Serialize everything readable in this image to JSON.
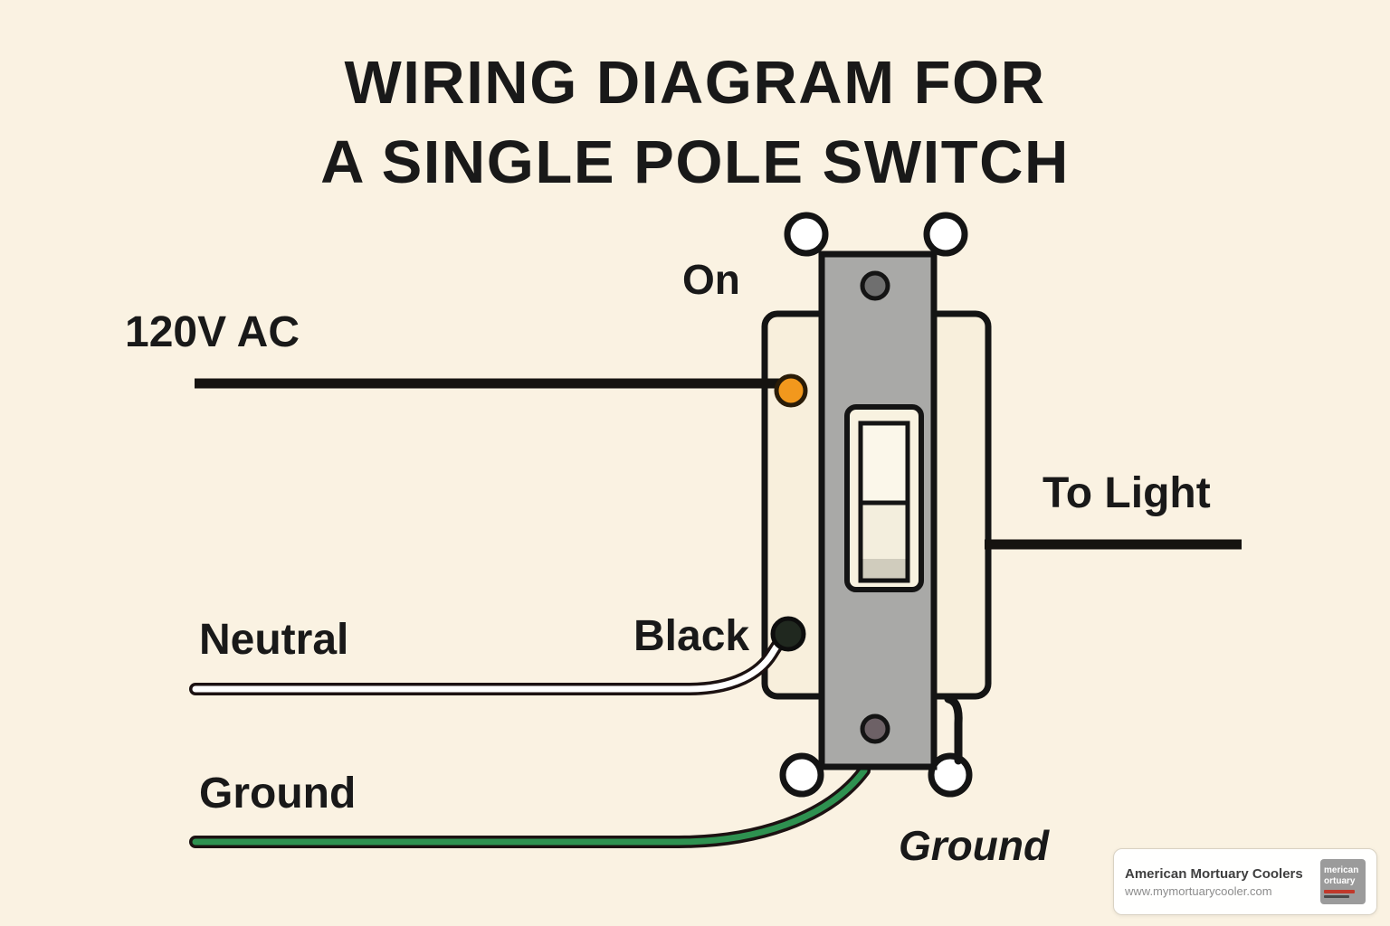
{
  "title": {
    "line1": "WIRING DIAGRAM FOR",
    "line2": "A SINGLE POLE SWITCH"
  },
  "labels": {
    "on": "On",
    "supply": "120V AC",
    "to_light": "To Light",
    "neutral": "Neutral",
    "black": "Black",
    "ground_left": "Ground",
    "ground_right": "Ground"
  },
  "watermark": {
    "brand": "American Mortuary Coolers",
    "url": "www.mymortuarycooler.com",
    "logo": {
      "line1": "merican",
      "line2": "ortuary"
    }
  },
  "colors": {
    "background": "#FAF2E2",
    "ink": "#191919",
    "plate": "#F8EFDC",
    "strap": "#A9A9A7",
    "screw_gray": "#6F6F6F",
    "wire_black": "#151310",
    "wire_green": "#2E9150",
    "wire_white": "#FFFFFF",
    "terminal_orange": "#F2981D",
    "terminal_black": "#20281F"
  }
}
